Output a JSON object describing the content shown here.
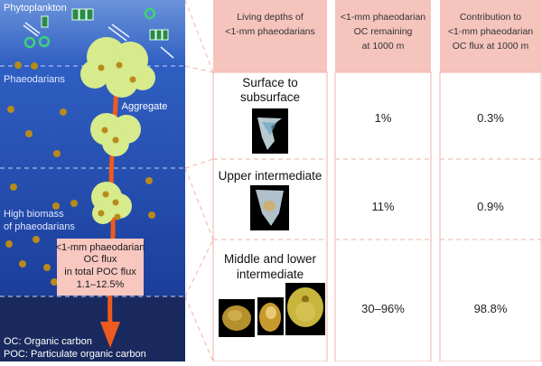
{
  "ocean": {
    "layers": [
      {
        "label": "Phytoplankton"
      },
      {
        "label": "Phaeodarians"
      },
      {
        "label_lines": [
          "High biomass",
          "of phaeodarians"
        ]
      }
    ],
    "aggregate_label": "Aggregate",
    "flux_box": {
      "lines": [
        "<1-mm phaeodarian",
        "OC flux",
        "in total POC flux",
        "1.1–12.5%"
      ]
    },
    "legend": [
      "OC: Organic carbon",
      "POC: Particulate organic carbon"
    ]
  },
  "table": {
    "headers": [
      [
        "Living depths of",
        "<1-mm phaeodarians"
      ],
      [
        "<1-mm phaeodarian",
        "OC remaining",
        "at 1000 m"
      ],
      [
        "Contribution to",
        "<1-mm phaeodarian",
        "OC flux at 1000 m"
      ]
    ],
    "rows": [
      {
        "label_lines": [
          "Surface to",
          "subsurface"
        ],
        "remaining": "1%",
        "contribution": "0.3%"
      },
      {
        "label_lines": [
          "Upper intermediate"
        ],
        "remaining": "11%",
        "contribution": "0.9%"
      },
      {
        "label_lines": [
          "Middle and lower",
          "intermediate"
        ],
        "remaining": "30–96%",
        "contribution": "98.8%"
      }
    ]
  },
  "colors": {
    "surface": "#3f6fc8",
    "mid": "#1f4fb0",
    "deep": "#1a2c66",
    "header_bg": "#f5c4bd",
    "aggregate": "#d7ea8c",
    "particle": "#b88a1a",
    "arrow": "#ef5a1e",
    "flux_box": "#f7c7c0"
  }
}
